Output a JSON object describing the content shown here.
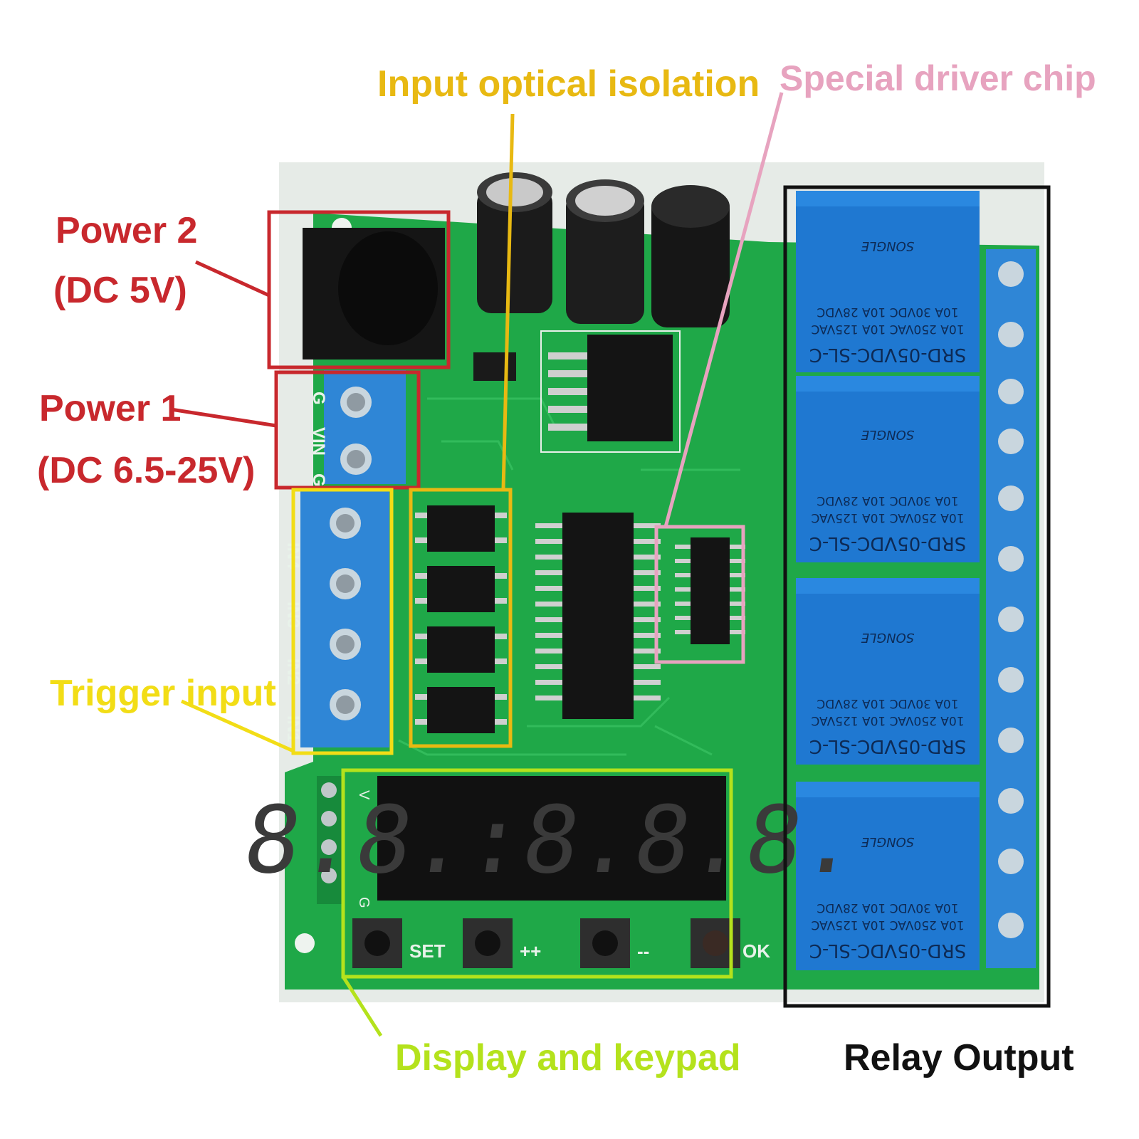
{
  "labels": {
    "input_optical_isolation": "Input optical isolation",
    "special_driver_chip": "Special driver chip",
    "power2_line1": "Power 2",
    "power2_line2": "(DC 5V)",
    "power1_line1": "Power 1",
    "power1_line2": "(DC 6.5-25V)",
    "trigger_input": "Trigger input",
    "display_and_keypad": "Display and keypad",
    "relay_output": "Relay Output"
  },
  "terminal_labels": [
    "G",
    "VIN",
    "G",
    "IN1",
    "IN2",
    "IN3",
    "IN4"
  ],
  "header_labels": {
    "top": "V",
    "bottom": "G"
  },
  "display": {
    "digits": "8.8.:8.8.8."
  },
  "buttons": [
    "SET",
    "++",
    "--",
    "OK"
  ],
  "relays": [
    {
      "model": "SRD-05VDC-SL-C",
      "rating1": "10A 250VAC  10A 125VAC",
      "rating2": "10A 30VDC  10A 28VDC",
      "brand": "SONGLE"
    },
    {
      "model": "SRD-05VDC-SL-C",
      "rating1": "10A 250VAC  10A 125VAC",
      "rating2": "10A 30VDC  10A 28VDC",
      "brand": "SONGLE"
    },
    {
      "model": "SRD-05VDC-SL-C",
      "rating1": "10A 250VAC  10A 125VAC",
      "rating2": "10A 30VDC  10A 28VDC",
      "brand": "SONGLE"
    },
    {
      "model": "SRD-05VDC-SL-C",
      "rating1": "10A 250VAC  10A 125VAC",
      "rating2": "10A 30VDC  10A 28VDC",
      "brand": "SONGLE"
    }
  ],
  "colors": {
    "pcb": "#1fa848",
    "power_box": "#c8282d",
    "isolation": "#e8b912",
    "driver_chip": "#e7a3bf",
    "trigger": "#f2dd16",
    "display_keypad": "#b4e21c",
    "relay_box": "#111111",
    "relay_blue": "#1f78d1",
    "terminal_blue": "#2f86d6"
  }
}
